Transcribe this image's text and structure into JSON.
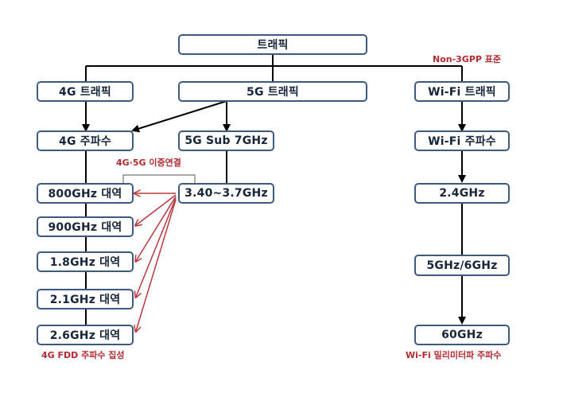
{
  "nodes": {
    "traffic": "트래픽",
    "traffic_4g": "4G 트래픽",
    "traffic_5g": "5G 트래픽",
    "traffic_wifi": "Wi-Fi 트래픽",
    "freq_4g": "4G 주파수",
    "freq_5g_sub7": "5G Sub 7GHz",
    "freq_wifi": "Wi-Fi 주파수",
    "band_800": "800GHz 대역",
    "band_900": "900GHz 대역",
    "band_1_8": "1.8GHz 대역",
    "band_2_1": "2.1GHz 대역",
    "band_2_6": "2.6GHz 대역",
    "range_5g": "3.40~3.7GHz",
    "wifi_2_4": "2.4GHz",
    "wifi_5_6": "5GHz/6GHz",
    "wifi_60": "60GHz"
  },
  "notes": {
    "non_3gpp": "Non-3GPP 표준",
    "dual_connectivity": "4G·5G 이중연결",
    "fdd_aggregation": "4G FDD 주파수 집성",
    "wifi_mmwave": "Wi-Fi 밀리미터파 주파수"
  },
  "colors": {
    "box_border": "#3d5a80",
    "arrow": "#000000",
    "note_red": "#b22a30",
    "red_arrow": "#b8383d"
  }
}
